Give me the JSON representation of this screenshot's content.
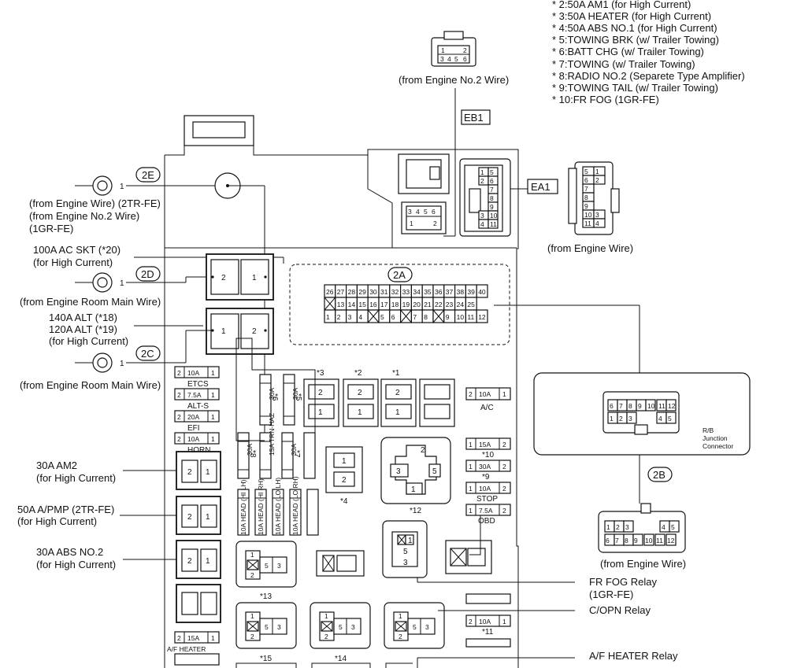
{
  "notes": [
    "* 2:50A AM1 (for High Current)",
    "* 3:50A HEATER (for High Current)",
    "* 4:50A ABS NO.1 (for High Current)",
    "* 5:TOWING BRK (w/ Trailer Towing)",
    "* 6:BATT CHG (w/ Trailer Towing)",
    "* 7:TOWING (w/ Trailer Towing)",
    "* 8:RADIO NO.2 (Separete Type Amplifier)",
    "* 9:TOWING TAIL (w/ Trailer Towing)",
    "* 10:FR FOG (1GR-FE)"
  ],
  "connectors": {
    "eb1": "EB1",
    "ea1": "EA1",
    "c2a": "2A",
    "c2b": "2B",
    "c2c": "2C",
    "c2d": "2D",
    "c2e": "2E"
  },
  "labels": {
    "from_engine_no2": "(from Engine No.2 Wire)",
    "from_engine_wire_ea1": "(from Engine Wire)",
    "from_engine_wire_2b": "(from Engine Wire)",
    "rb_junction": [
      "R/B",
      "Junction",
      "Connector"
    ],
    "e2_lines": [
      "(from Engine Wire) (2TR-FE)",
      "(from Engine No.2 Wire)",
      "(1GR-FE)"
    ],
    "acskt_lines": [
      "100A AC SKT (*20)",
      "(for High Current)"
    ],
    "erm_2d": "(from Engine Room Main Wire)",
    "alt_lines": [
      "140A ALT (*18)",
      "120A ALT (*19)",
      "(for High Current)"
    ],
    "erm_2c": "(from Engine Room Main Wire)",
    "am2_lines": [
      "30A AM2",
      "(for High Current)"
    ],
    "apmp_lines": [
      "50A A/PMP (2TR-FE)",
      "(for High Current)"
    ],
    "absno2_lines": [
      "30A ABS NO.2",
      "(for High Current)"
    ],
    "frfog_lines": [
      "FR FOG Relay",
      "(1GR-FE)"
    ],
    "copn": "C/OPN Relay",
    "afheater_relay": "A/F HEATER Relay"
  },
  "fuses": {
    "etcs": "ETCS",
    "etcs_amp": "10A",
    "alts": "ALT-S",
    "alts_amp": "7.5A",
    "efi": "EFI",
    "efi_amp": "20A",
    "horn": "HORN",
    "horn_amp": "10A",
    "afh": "A/F HEATER",
    "afh_amp": "15A",
    "ac": "A/C",
    "ac_amp": "10A",
    "f10_amp": "15A",
    "f9_amp": "30A",
    "stop": "STOP",
    "stop_amp": "10A",
    "obd": "OBD",
    "obd_amp": "7.5A",
    "f11_amp": "10A",
    "v_30a_6": "30A",
    "v_30a_5": "30A",
    "v_30a_8": "30A",
    "v_trn": "15A TRN-HAZ",
    "v_30a_7": "30A",
    "head_hl": "10A HEAD (HI LH)",
    "head_hr": "10A HEAD (HI RH)",
    "head_ll": "10A HEAD (LO LH)",
    "head_lr": "10A HEAD (LO RH)"
  },
  "marks": {
    "s1": "*1",
    "s2": "*2",
    "s3": "*3",
    "s4": "*4",
    "s5": "*5",
    "s6": "*6",
    "s7": "*7",
    "s8": "*8",
    "s9": "*9",
    "s10": "*10",
    "s11": "*11",
    "s12": "*12",
    "s13": "*13",
    "s14": "*14",
    "s15": "*15"
  },
  "pins": {
    "p1": "1",
    "p2": "2",
    "p3": "3",
    "p4": "4",
    "p5": "5",
    "p6": "6",
    "p7": "7",
    "p8": "8",
    "p9": "9",
    "p10": "10",
    "p11": "11",
    "p12": "12"
  },
  "c2a_rows": {
    "top": [
      "26",
      "27",
      "28",
      "29",
      "30",
      "31",
      "32",
      "33",
      "34",
      "35",
      "36",
      "37",
      "38",
      "39",
      "40"
    ],
    "mid": [
      "",
      "13",
      "14",
      "15",
      "16",
      "17",
      "18",
      "19",
      "20",
      "21",
      "22",
      "23",
      "24",
      "25"
    ],
    "bot": [
      "1",
      "2",
      "3",
      "4",
      "",
      "5",
      "6",
      "",
      "7",
      "8",
      "",
      "9",
      "10",
      "11",
      "12"
    ]
  }
}
